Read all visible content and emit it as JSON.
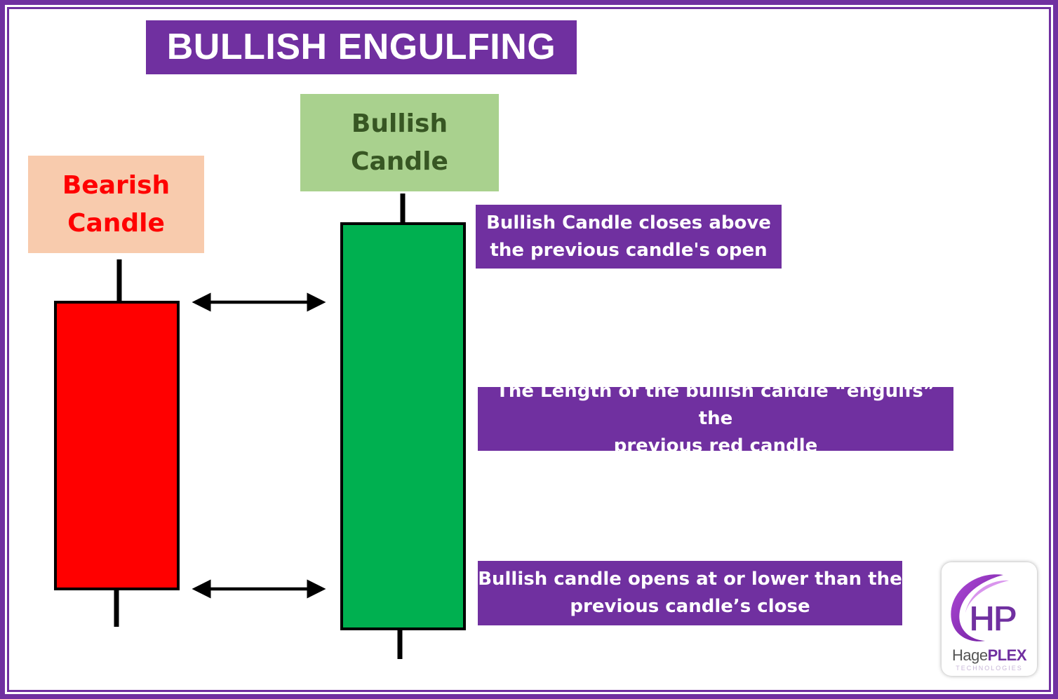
{
  "title": "BULLISH ENGULFING",
  "labels": {
    "bearish": [
      "Bearish",
      "Candle"
    ],
    "bullish": [
      "Bullish",
      "Candle"
    ]
  },
  "notes": [
    [
      "Bullish Candle closes above",
      "the previous candle's open"
    ],
    [
      "The Length of the bullish candle “engulfs” the",
      "previous red candle"
    ],
    [
      "Bullish candle opens at or lower than the",
      "previous candle’s close"
    ]
  ],
  "logo": {
    "mark": "HP",
    "word_light": "Hage",
    "word_bold": "PLEX",
    "sub": "TECHNOLOGIES"
  },
  "colors": {
    "accent": "#7030a0",
    "bearish_candle": "#ff0000",
    "bullish_candle": "#00b050",
    "bearish_label_bg": "#f8cbad",
    "bullish_label_bg": "#a9d18e"
  }
}
